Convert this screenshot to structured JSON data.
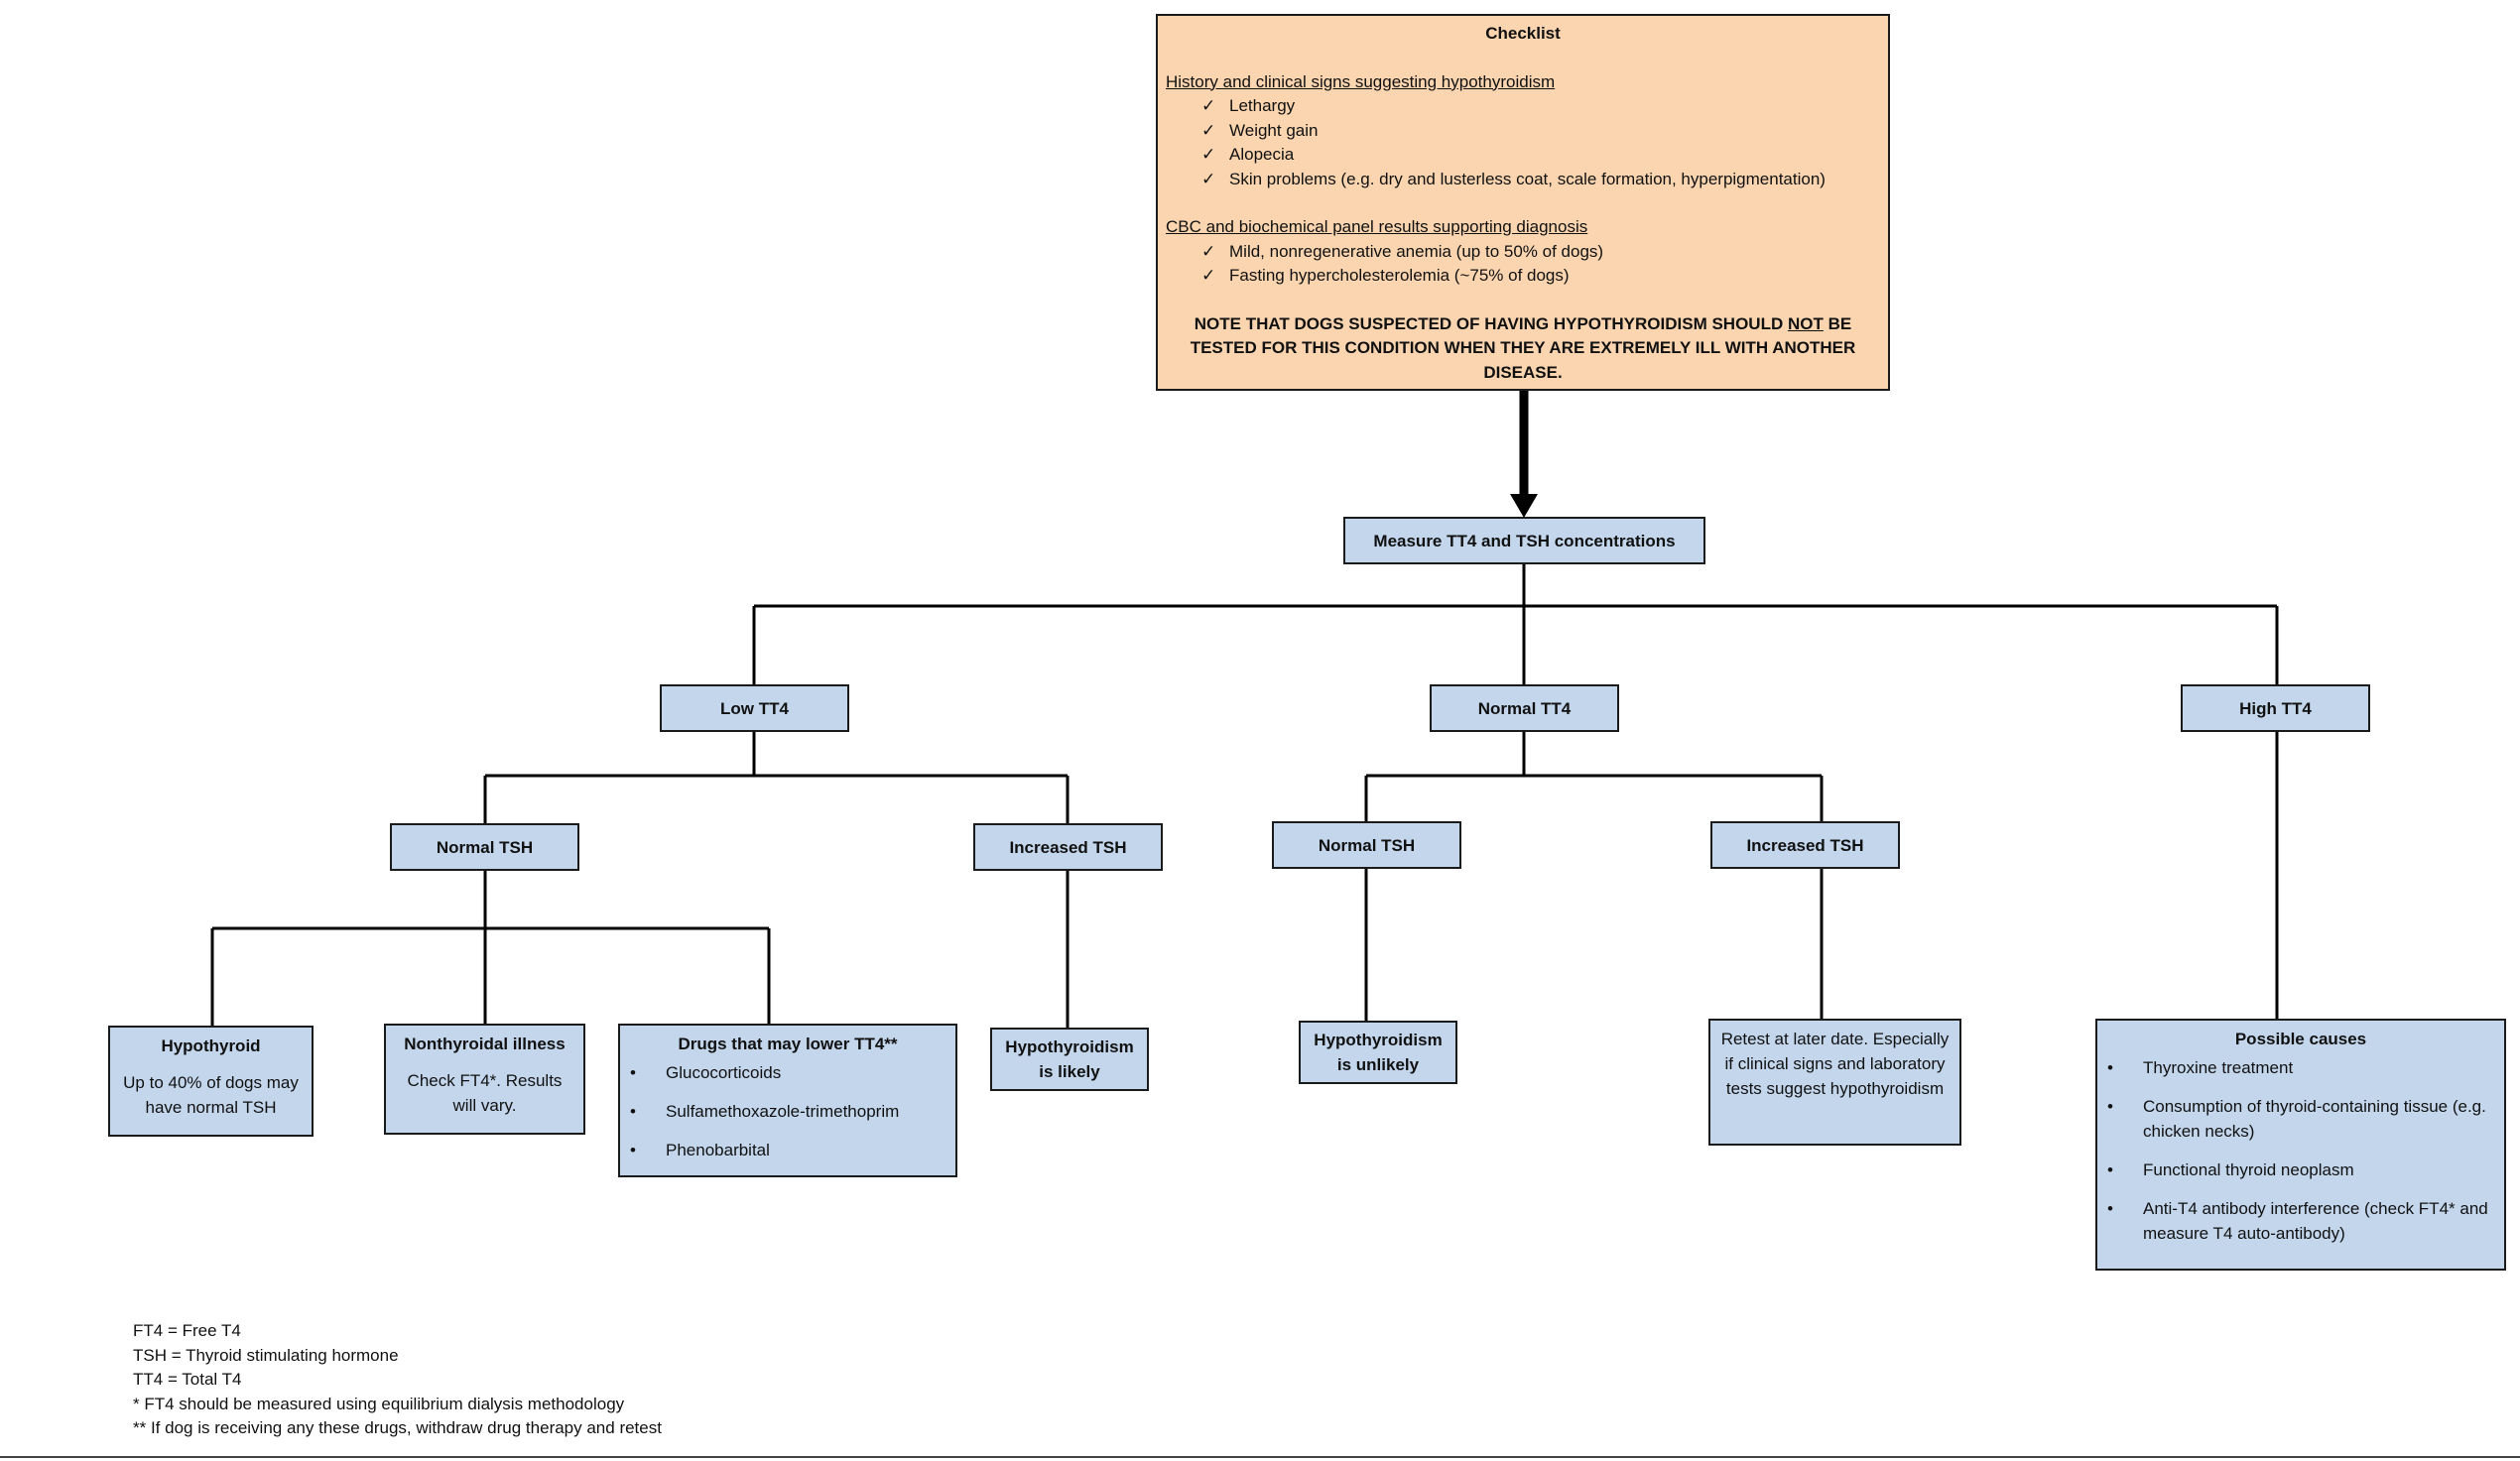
{
  "checklist": {
    "title": "Checklist",
    "history_heading": "History and clinical signs suggesting hypothyroidism",
    "history_items": [
      "Lethargy",
      "Weight gain",
      "Alopecia",
      "Skin problems (e.g. dry and lusterless coat, scale formation, hyperpigmentation)"
    ],
    "cbc_heading": "CBC and biochemical panel results supporting diagnosis",
    "cbc_items": [
      "Mild, nonregenerative anemia (up to 50% of dogs)",
      "Fasting hypercholesterolemia (~75% of dogs)"
    ],
    "check_mark": "✓",
    "note_before": "NOTE THAT DOGS SUSPECTED OF HAVING HYPOTHYROIDISM SHOULD ",
    "note_emphasis": "NOT",
    "note_after": " BE TESTED FOR THIS CONDITION WHEN THEY ARE EXTREMELY ILL WITH ANOTHER DISEASE."
  },
  "measure": {
    "label": "Measure TT4 and TSH concentrations"
  },
  "tt4": {
    "low": "Low TT4",
    "normal": "Normal TT4",
    "high": "High TT4"
  },
  "tsh": {
    "low_normal": "Normal TSH",
    "low_increased": "Increased TSH",
    "normal_normal": "Normal TSH",
    "normal_increased": "Increased TSH"
  },
  "outcomes": {
    "hypothyroid": {
      "title": "Hypothyroid",
      "text": "Up to 40% of dogs may have normal TSH"
    },
    "nonthyroidal": {
      "title": "Nonthyroidal illness",
      "text": "Check FT4*. Results will vary."
    },
    "drugs": {
      "title": "Drugs that may lower TT4**",
      "items": [
        "Glucocorticoids",
        "Sulfamethoxazole-trimethoprim",
        "Phenobarbital"
      ]
    },
    "likely": {
      "title": "Hypothyroidism is likely"
    },
    "unlikely": {
      "title": "Hypothyroidism is unlikely"
    },
    "retest": {
      "text": "Retest at later date. Especially if clinical signs and laboratory tests suggest hypothyroidism"
    },
    "possible_causes": {
      "title": "Possible causes",
      "items": [
        "Thyroxine treatment",
        "Consumption of thyroid-containing tissue (e.g. chicken necks)",
        "Functional thyroid neoplasm",
        "Anti-T4 antibody interference (check FT4* and measure T4 auto-antibody)"
      ]
    }
  },
  "bullet": "•",
  "legend": [
    "FT4 = Free T4",
    "TSH = Thyroid stimulating hormone",
    "TT4 = Total T4",
    "* FT4 should be measured using equilibrium dialysis methodology",
    "** If dog is receiving any these drugs, withdraw drug therapy and retest"
  ],
  "colors": {
    "box_fill": "#c3d6ec",
    "checklist_fill": "#fad5b0",
    "line": "#000000"
  }
}
